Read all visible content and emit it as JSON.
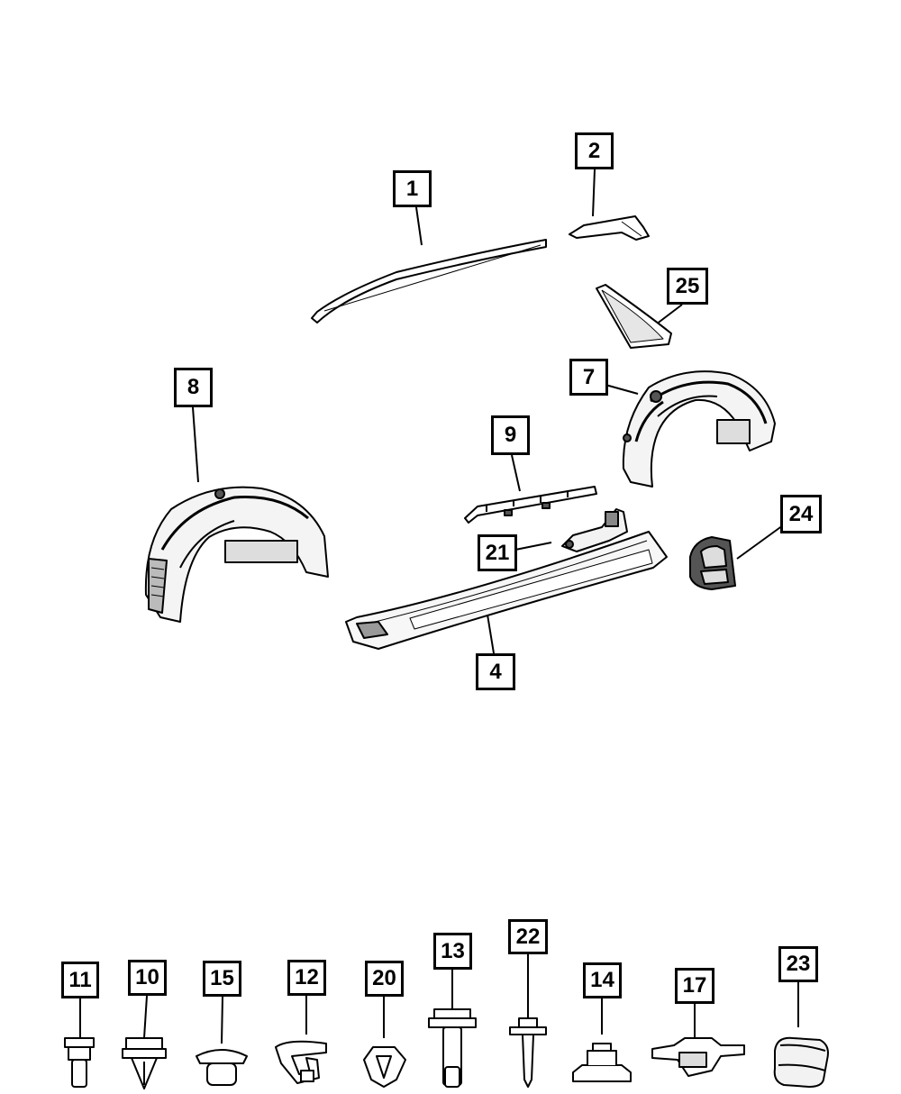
{
  "diagram": {
    "parts": [
      {
        "key": "p1",
        "callout": "1",
        "shape": "roof-molding"
      },
      {
        "key": "p2",
        "callout": "2",
        "shape": "applique"
      },
      {
        "key": "p25",
        "callout": "25",
        "shape": "triangle-trim"
      },
      {
        "key": "p7",
        "callout": "7",
        "shape": "rear-wheelhouse-liner"
      },
      {
        "key": "p8",
        "callout": "8",
        "shape": "front-wheelhouse-liner"
      },
      {
        "key": "p9",
        "callout": "9",
        "shape": "bracket-rail"
      },
      {
        "key": "p21",
        "callout": "21",
        "shape": "bracket"
      },
      {
        "key": "p4",
        "callout": "4",
        "shape": "sill-molding"
      },
      {
        "key": "p24",
        "callout": "24",
        "shape": "cover"
      },
      {
        "key": "p11",
        "callout": "11",
        "shape": "bolt"
      },
      {
        "key": "p10",
        "callout": "10",
        "shape": "push-pin"
      },
      {
        "key": "p15",
        "callout": "15",
        "shape": "retainer"
      },
      {
        "key": "p12",
        "callout": "12",
        "shape": "clip"
      },
      {
        "key": "p20",
        "callout": "20",
        "shape": "clip"
      },
      {
        "key": "p13",
        "callout": "13",
        "shape": "bolt"
      },
      {
        "key": "p22",
        "callout": "22",
        "shape": "screw"
      },
      {
        "key": "p14",
        "callout": "14",
        "shape": "nut"
      },
      {
        "key": "p17",
        "callout": "17",
        "shape": "bracket"
      },
      {
        "key": "p23",
        "callout": "23",
        "shape": "grommet"
      }
    ]
  },
  "colors": {
    "line": "#000000",
    "fill": "#ffffff",
    "shade": "#d8d8d8",
    "dark": "#6a6a6a"
  }
}
